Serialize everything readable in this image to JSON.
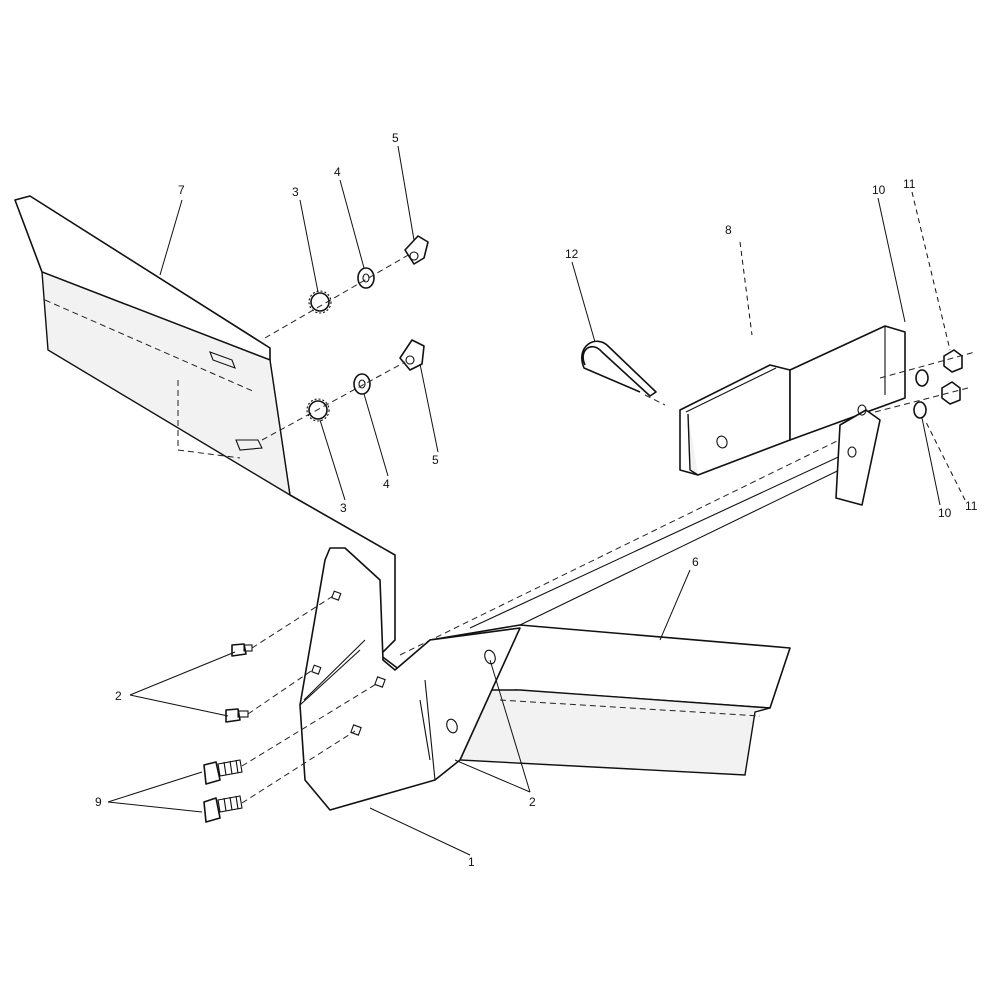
{
  "callouts": {
    "c1": "1",
    "c2_left": "2",
    "c2_right": "2",
    "c3_top": "3",
    "c3_bottom": "3",
    "c4_top": "4",
    "c4_bottom": "4",
    "c5_top": "5",
    "c5_bottom": "5",
    "c6": "6",
    "c7": "7",
    "c8": "8",
    "c9": "9",
    "c10_top": "10",
    "c10_bottom": "10",
    "c11_top": "11",
    "c11_bottom": "11",
    "c12": "12"
  }
}
